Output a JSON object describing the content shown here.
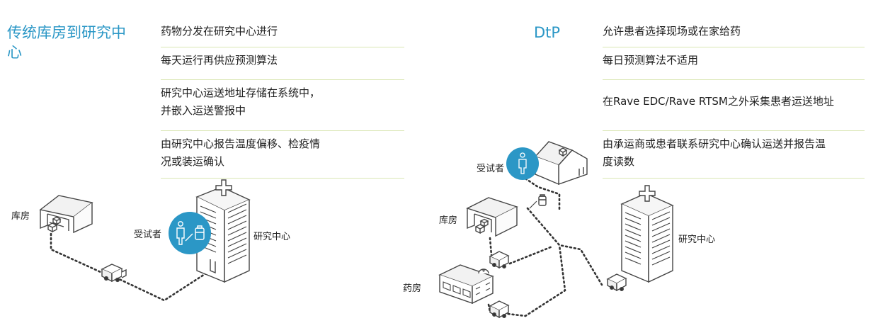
{
  "left": {
    "title_line1": "传统库房到研究中",
    "title_line2": "心",
    "items": [
      {
        "lines": [
          "药物分发在研究中心进行"
        ]
      },
      {
        "lines": [
          "每天运行再供应预测算法"
        ]
      },
      {
        "lines": [
          "研究中心运送地址存储在系统中，",
          "并嵌入运送警报中"
        ]
      },
      {
        "lines": [
          "由研究中心报告温度偏移、检疫情",
          "况或装运确认"
        ]
      }
    ],
    "labels": {
      "warehouse": "库房",
      "subject": "受试者",
      "site": "研究中心"
    }
  },
  "right": {
    "title": "DtP",
    "items": [
      {
        "lines": [
          "允许患者选择现场或在家给药"
        ]
      },
      {
        "lines": [
          "每日预测算法不适用"
        ]
      },
      {
        "lines": [
          "在Rave EDC/Rave RTSM之外采集患者运送地址"
        ]
      },
      {
        "lines": [
          "由承运商或患者联系研究中心确认运送并报告温",
          "度读数"
        ]
      }
    ],
    "labels": {
      "subject": "受试者",
      "warehouse": "库房",
      "pharmacy": "药房",
      "site": "研究中心"
    }
  },
  "colors": {
    "accent": "#2b97c6",
    "divider": "#d9e6b3",
    "line_art": "#444444",
    "dots": "#333333"
  }
}
